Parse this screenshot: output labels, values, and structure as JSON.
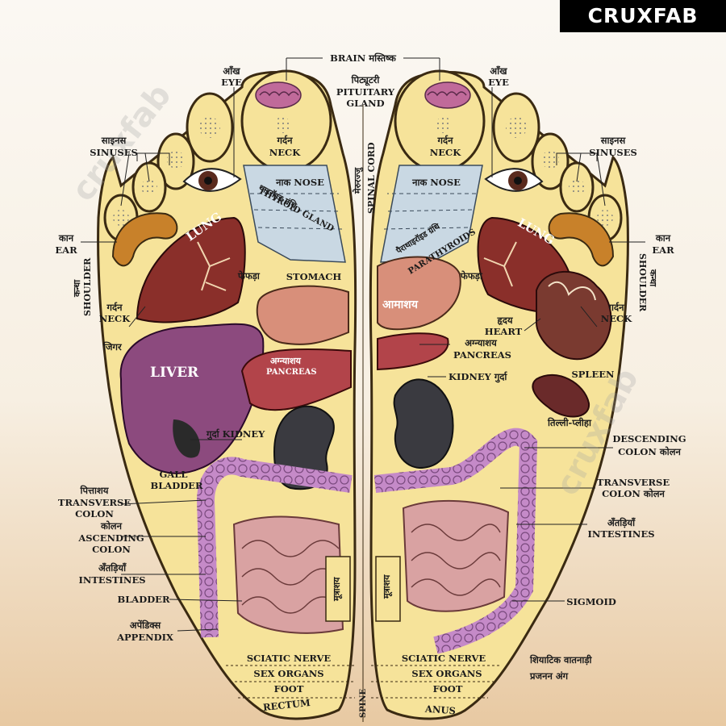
{
  "brand": "CRUXFAB",
  "watermark": "cruxfab",
  "labels": {
    "brain": "BRAIN मस्तिष्क",
    "eye_hi": "आँख",
    "eye_en": "EYE",
    "pituitary_hi": "पिट्यूटरी",
    "pituitary_en1": "PITUITARY",
    "pituitary_en2": "GLAND",
    "sinuses_hi": "साइनस",
    "sinuses_en": "SINUSES",
    "neck_hi": "गर्दन",
    "neck_en": "NECK",
    "spinal_cord_hi": "मेरुरज्जु",
    "spinal_cord_en": "SPINAL CORD",
    "nose": "नाक NOSE",
    "thyroid_hi": "थाइरॉइड ग्रंथि",
    "thyroid_en": "THYROID GLAND",
    "parathyroid_hi": "पैराथाइरॉइड ग्रंथि",
    "parathyroid_en": "PARATHYROIDS",
    "ear_hi": "कान",
    "ear_en": "EAR",
    "shoulder_hi": "कन्धा",
    "shoulder_en": "SHOULDER",
    "lung": "LUNG",
    "fefda": "फेफड़ा",
    "stomach": "STOMACH",
    "stomach_hi": "आमाशय",
    "heart_hi": "हृदय",
    "heart_en": "HEART",
    "liver_hi": "जिगर",
    "liver_en": "LIVER",
    "pancreas_hi": "अग्न्याशय",
    "pancreas_en": "PANCREAS",
    "kidney_right": "KIDNEY गुर्दा",
    "kidney_left": "गुर्दा KIDNEY",
    "spleen_en": "SPLEEN",
    "spleen_hi": "तिल्ली-प्लीहा",
    "gall1": "GALL",
    "gall2": "BLADDER",
    "desc_colon1": "DESCENDING",
    "desc_colon2": "COLON कोलन",
    "trans_colon_hi": "पित्ताशय",
    "trans_colon_en1": "TRANSVERSE",
    "trans_colon_en2": "COLON",
    "trans_colon_r1": "TRANSVERSE",
    "trans_colon_r2": "COLON कोलन",
    "asc_colon_hi": "कोलन",
    "asc_colon_en1": "ASCENDING",
    "asc_colon_en2": "COLON",
    "intestines_hi": "अँतड़ियाँ",
    "intestines_en": "INTESTINES",
    "bladder": "BLADDER",
    "bladder_hi": "मूत्राशय",
    "appendix_hi": "अपेंडिक्स",
    "appendix_en": "APPENDIX",
    "sigmoid": "SIGMOID",
    "sciatic_en": "SCIATIC NERVE",
    "sciatic_hi": "शियाटिक वातनाड़ी",
    "sex_en": "SEX ORGANS",
    "sex_hi": "प्रजनन अंग",
    "foot": "FOOT",
    "rectum": "RECTUM",
    "anus": "ANUS",
    "spine": "SPINE"
  },
  "colors": {
    "foot_fill": "#f6e39a",
    "foot_edge": "#3a2a12",
    "liver": "#8c4a7e",
    "lung": "#8a2f2a",
    "stomach": "#d88f7a",
    "kidney": "#3a3a40",
    "colon": "#c58ac8",
    "intestine": "#d9a2a2",
    "heart": "#7a3a30",
    "brain": "#c06a9a",
    "nose_band": "#c9d8e3"
  }
}
